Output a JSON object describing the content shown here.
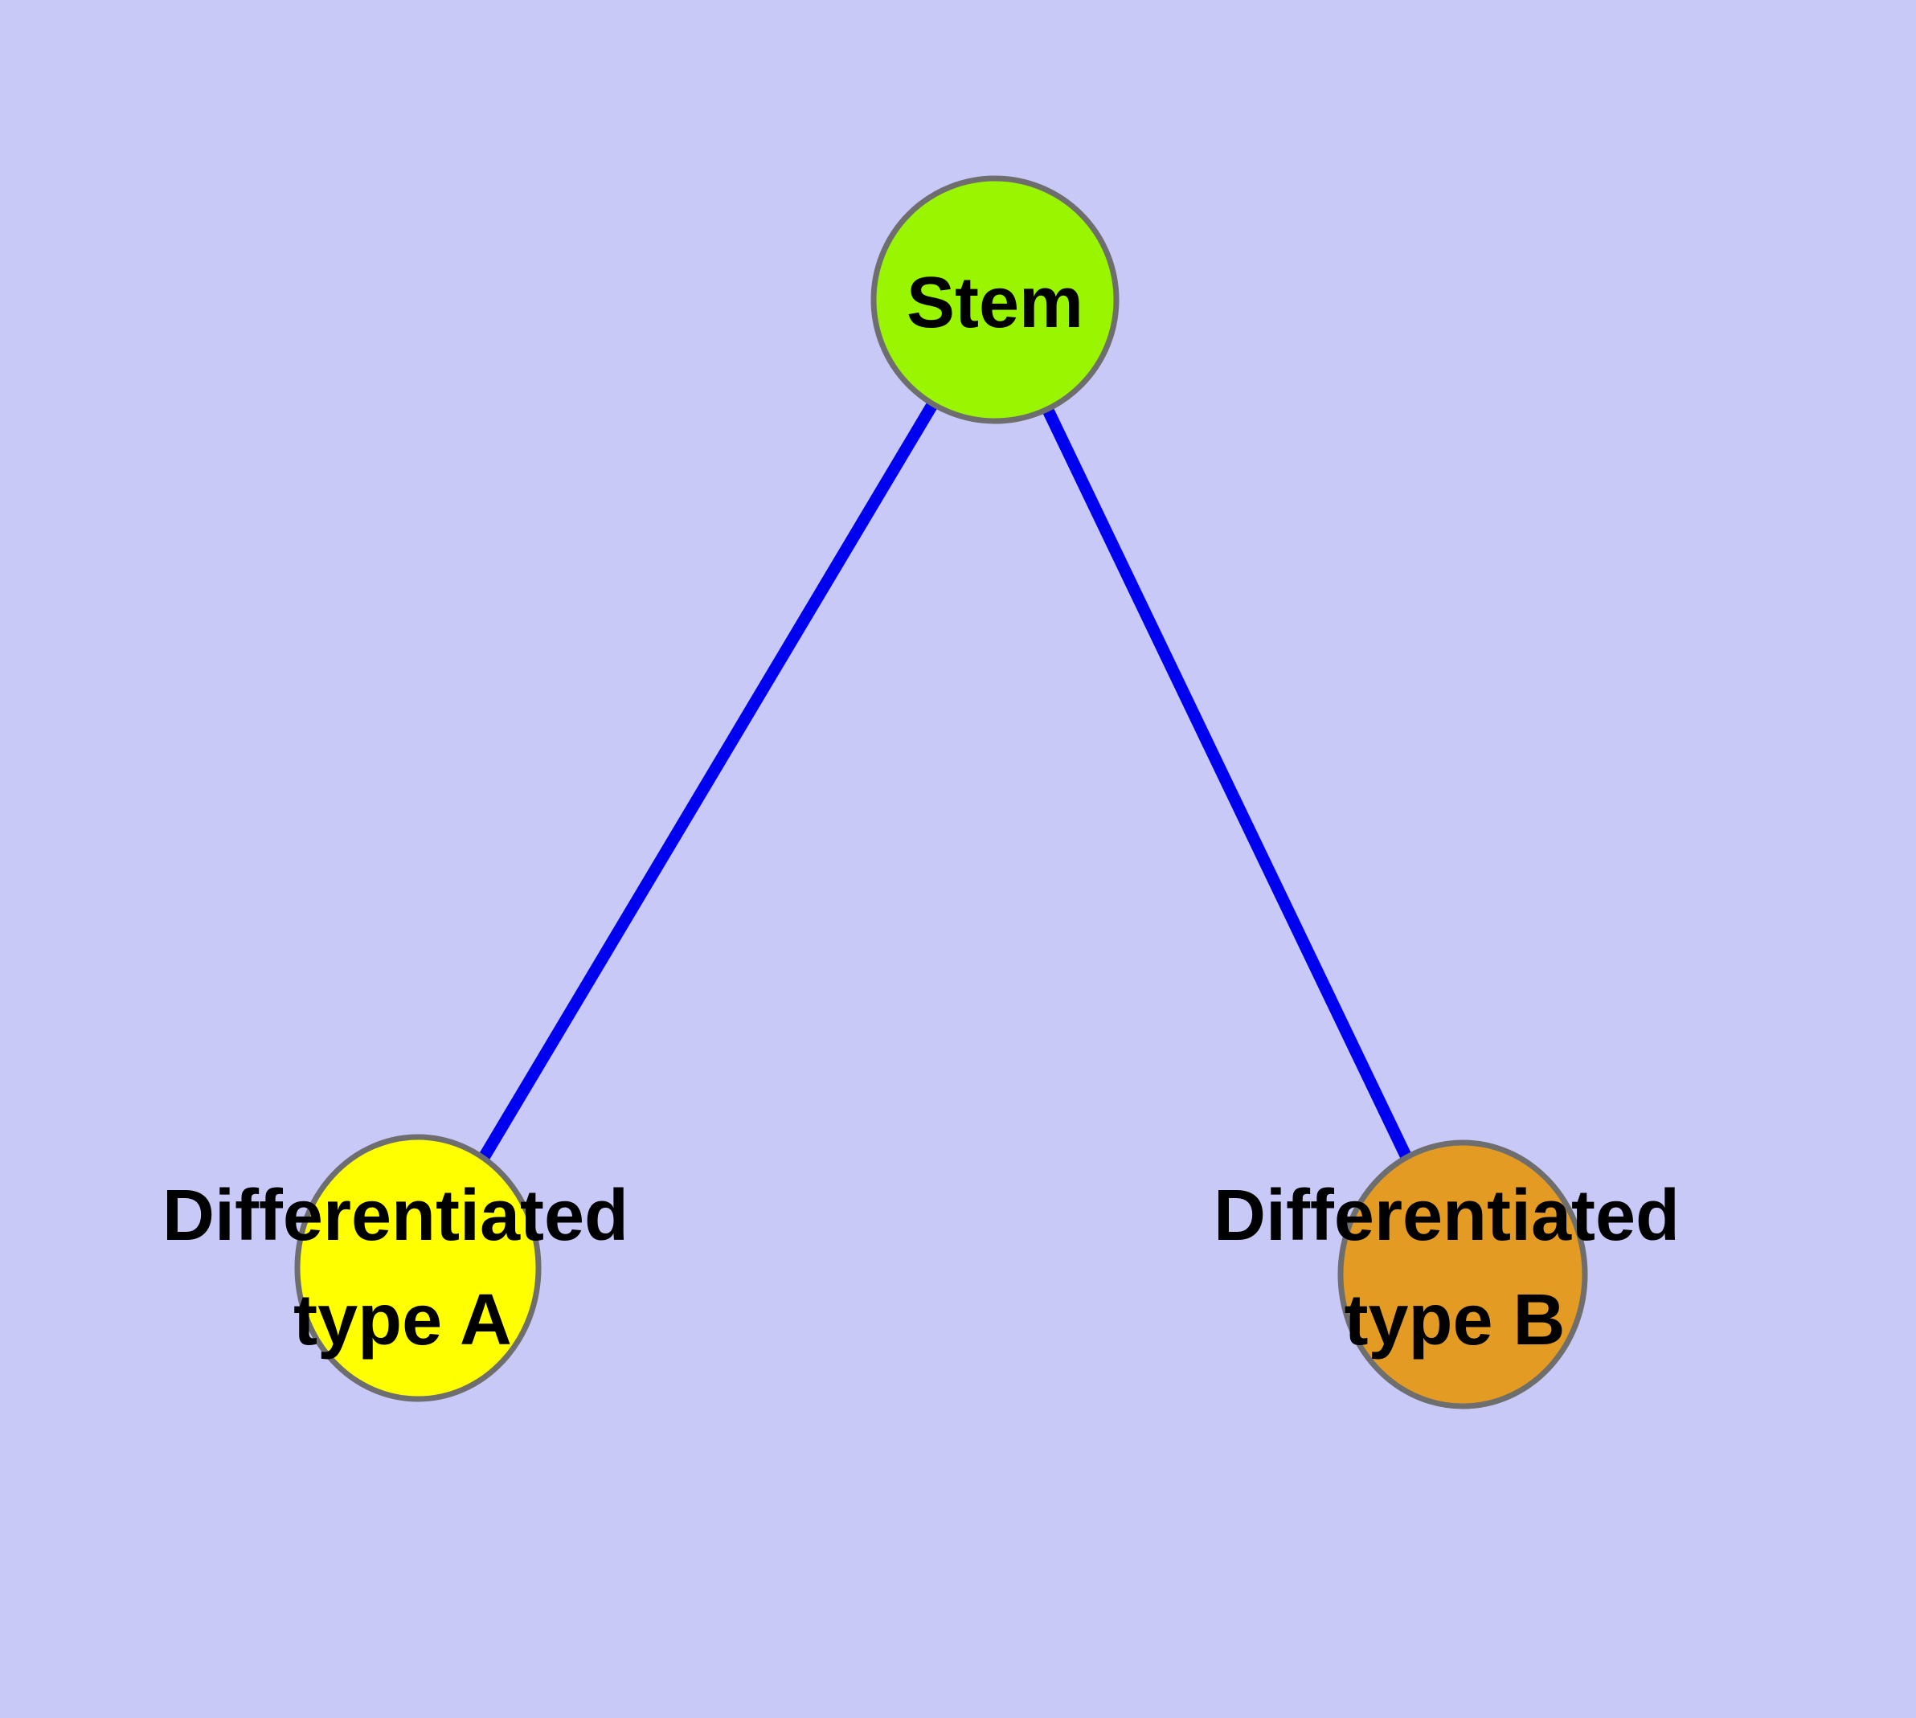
{
  "canvas": {
    "background_color": "#C9C9F8"
  },
  "graph": {
    "type": "node-link-diagram",
    "nodes": [
      {
        "id": "stem",
        "label": "Stem",
        "label_lines": [
          "Stem"
        ],
        "fill": "#9AF500",
        "border_color": "#6E6E6E",
        "text_color": "#000000"
      },
      {
        "id": "differentiated-type-a",
        "label": "Differentiated type A",
        "label_lines": [
          "Differentiated",
          "type A"
        ],
        "fill": "#FFFF00",
        "border_color": "#6E6E6E",
        "text_color": "#000000"
      },
      {
        "id": "differentiated-type-b",
        "label": "Differentiated type B",
        "label_lines": [
          "Differentiated",
          "type B"
        ],
        "fill": "#E49B23",
        "border_color": "#6E6E6E",
        "text_color": "#000000"
      }
    ],
    "edges": [
      {
        "from": "stem",
        "to": "differentiated-type-a",
        "color": "#0000F0"
      },
      {
        "from": "stem",
        "to": "differentiated-type-b",
        "color": "#0000F0"
      }
    ]
  }
}
